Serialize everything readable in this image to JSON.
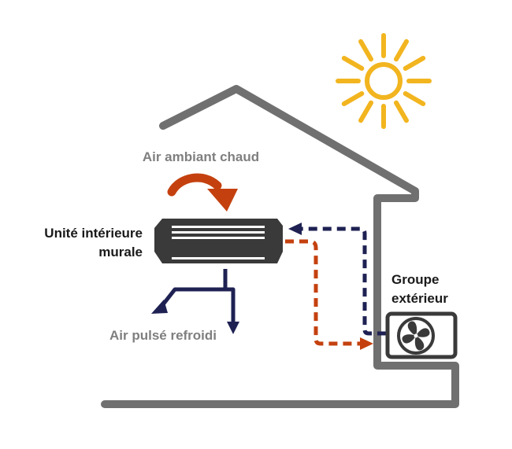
{
  "labels": {
    "warm_air": "Air ambiant chaud",
    "indoor_unit_line1": "Unité intérieure",
    "indoor_unit_line2": "murale",
    "outdoor_unit_line1": "Groupe",
    "outdoor_unit_line2": "extérieur",
    "cooled_air": "Air pulsé refroidi"
  },
  "colors": {
    "house_outline": "#707070",
    "sun": "#f2b51f",
    "warm_arrow": "#c4410f",
    "cold_flow": "#1e2152",
    "indoor_unit": "#3a3a3a",
    "outdoor_unit": "#3a3a3a",
    "gray_label": "#7f7f7f",
    "dark_label": "#1a1a1a"
  },
  "icons": {
    "sun": "sun-icon",
    "outdoor_fan": "fan-icon"
  }
}
